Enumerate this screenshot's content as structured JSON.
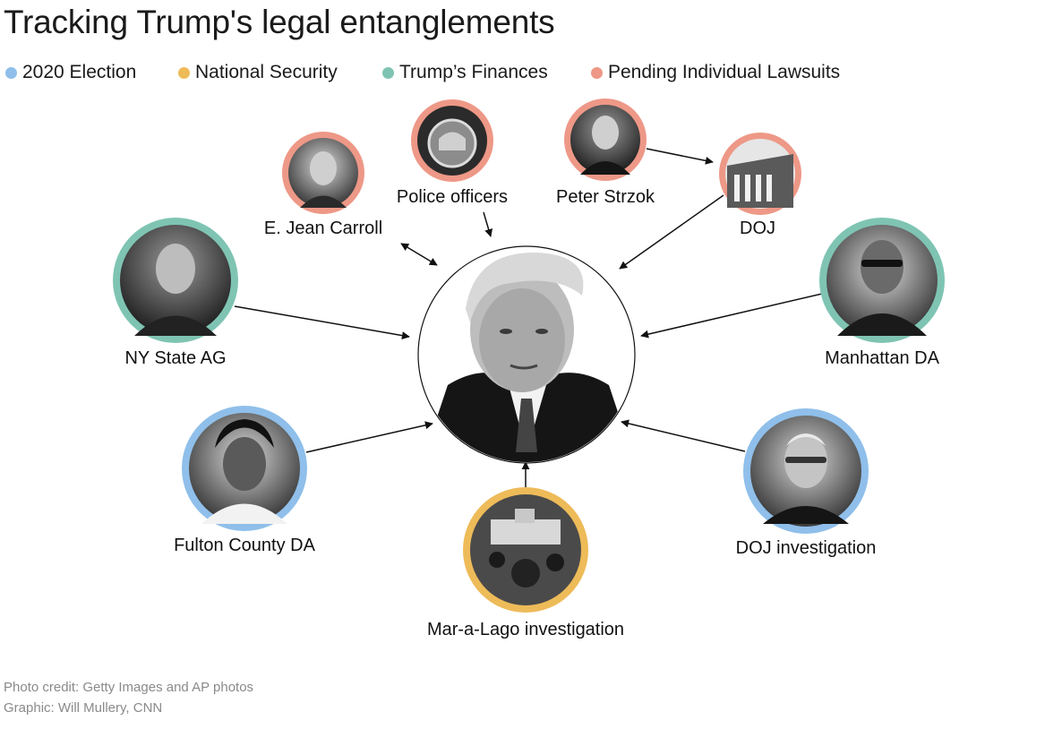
{
  "title": "Tracking Trump's legal entanglements",
  "legend": [
    {
      "label": "2020 Election",
      "color": "#8fbfea"
    },
    {
      "label": "National Security",
      "color": "#eebb59"
    },
    {
      "label": "Trump’s Finances",
      "color": "#7fc4b3"
    },
    {
      "label": "Pending Individual Lawsuits",
      "color": "#ee9887"
    }
  ],
  "center": {
    "icon": "trump-portrait"
  },
  "nodes": [
    {
      "label": "E. Jean Carroll",
      "category": "Pending Individual Lawsuits",
      "icon": "portrait-photo"
    },
    {
      "label": "Police officers",
      "category": "Pending Individual Lawsuits",
      "icon": "capitol-police-badge-photo"
    },
    {
      "label": "Peter Strzok",
      "category": "Pending Individual Lawsuits",
      "icon": "portrait-photo"
    },
    {
      "label": "DOJ",
      "category": "Pending Individual Lawsuits",
      "icon": "building-photo"
    },
    {
      "label": "NY State AG",
      "category": "Trump’s Finances",
      "icon": "portrait-photo"
    },
    {
      "label": "Manhattan DA",
      "category": "Trump’s Finances",
      "icon": "portrait-photo"
    },
    {
      "label": "Fulton County DA",
      "category": "2020 Election",
      "icon": "portrait-photo"
    },
    {
      "label": "DOJ investigation",
      "category": "2020 Election",
      "icon": "portrait-photo"
    },
    {
      "label": "Mar-a-Lago investigation",
      "category": "National Security",
      "icon": "estate-aerial-photo"
    }
  ],
  "edges": [
    {
      "from": "E. Jean Carroll",
      "to": "Trump",
      "bidirectional": true
    },
    {
      "from": "Police officers",
      "to": "Trump",
      "bidirectional": false
    },
    {
      "from": "Peter Strzok",
      "to": "DOJ",
      "bidirectional": false
    },
    {
      "from": "DOJ",
      "to": "Trump",
      "bidirectional": false
    },
    {
      "from": "NY State AG",
      "to": "Trump",
      "bidirectional": false
    },
    {
      "from": "Manhattan DA",
      "to": "Trump",
      "bidirectional": false
    },
    {
      "from": "Fulton County DA",
      "to": "Trump",
      "bidirectional": false
    },
    {
      "from": "DOJ investigation",
      "to": "Trump",
      "bidirectional": false
    },
    {
      "from": "Mar-a-Lago investigation",
      "to": "Trump",
      "bidirectional": false
    }
  ],
  "credits": {
    "photo": "Photo credit: Getty Images and AP photos",
    "graphic": "Graphic: Will Mullery, CNN"
  }
}
